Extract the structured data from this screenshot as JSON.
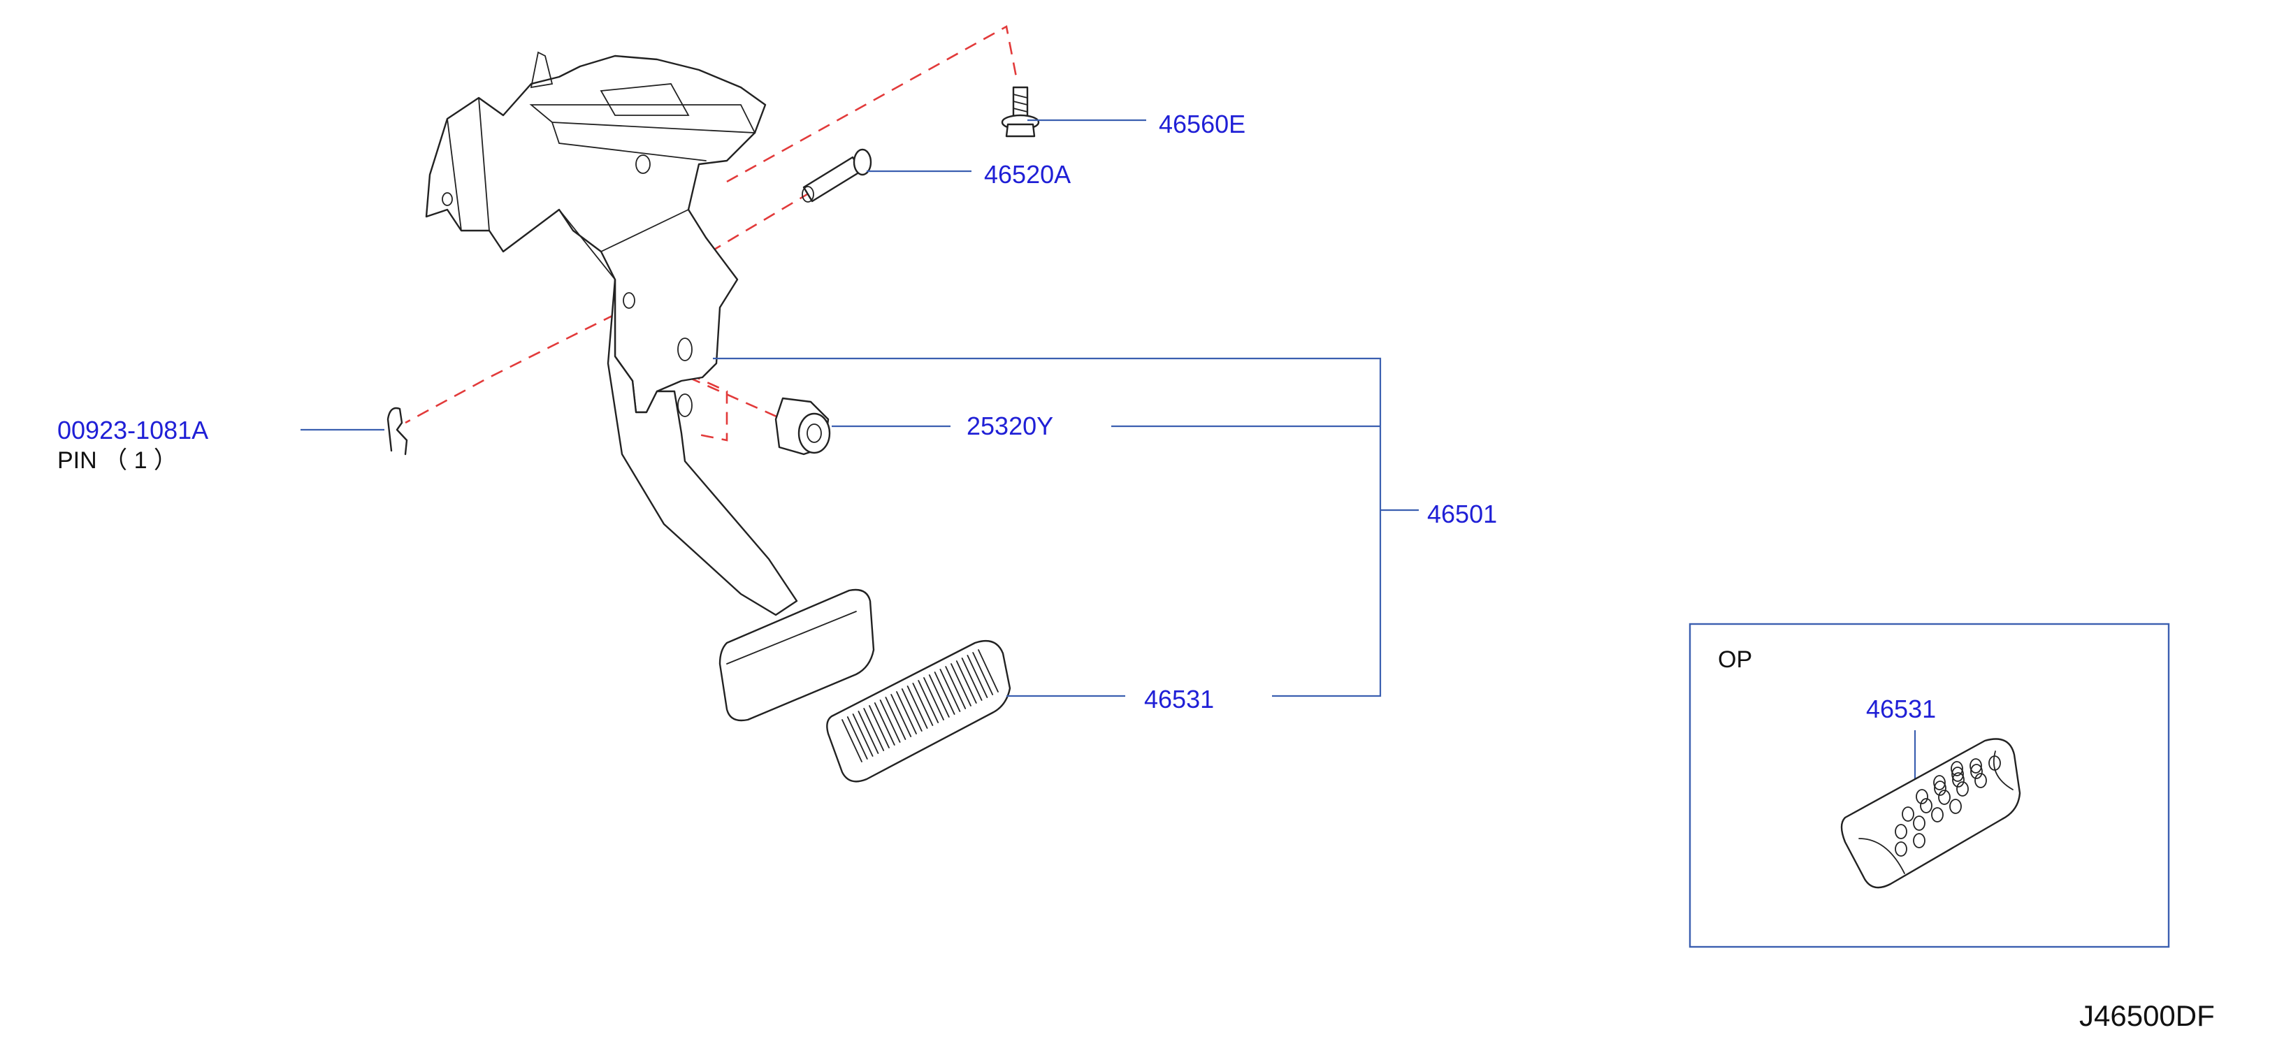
{
  "parts": {
    "bolt_46560e": "46560E",
    "pin_46520a": "46520A",
    "clip_00923": "00923-1081A",
    "clip_00923_note": "PIN （ 1 ）",
    "bushing_25320y": "25320Y",
    "assembly_46501": "46501",
    "pad_46531": "46531"
  },
  "option_box": {
    "title": "OP",
    "pad_46531": "46531"
  },
  "reference_code": "J46500DF",
  "colors": {
    "part_label": "#1f1fd6",
    "leader_line": "#3b5fb0",
    "dashed_guide": "#e23a3a",
    "line_art": "#222222"
  }
}
